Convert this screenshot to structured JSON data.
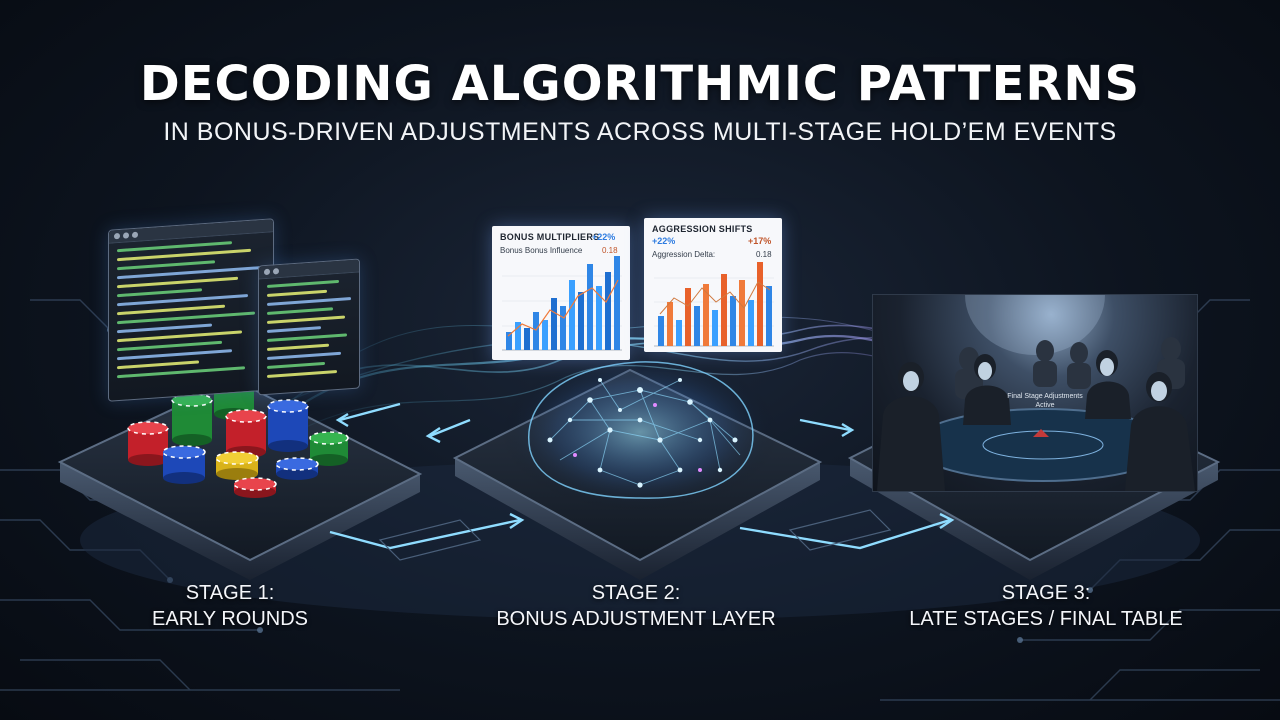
{
  "header": {
    "title": "DECODING ALGORITHMIC PATTERNS",
    "subtitle": "IN BONUS-DRIVEN ADJUSTMENTS ACROSS MULTI-STAGE HOLD’EM EVENTS"
  },
  "stages": [
    {
      "line1": "STAGE 1:",
      "line2": "EARLY ROUNDS"
    },
    {
      "line1": "STAGE 2:",
      "line2": "BONUS ADJUSTMENT LAYER"
    },
    {
      "line1": "STAGE 3:",
      "line2": "LATE STAGES / FINAL TABLE"
    }
  ],
  "panels": {
    "bonus": {
      "title": "BONUS MULTIPLIERS",
      "subtitle": "Bonus Bonus Influence",
      "pct": "+22%",
      "pct2": "0.18"
    },
    "aggression": {
      "title": "AGGRESSION SHIFTS",
      "subtitle": "Aggression Delta:",
      "pct": "+22%",
      "pct2": "+17%",
      "pct3": "0.18"
    }
  },
  "photo": {
    "caption": "Final Stage Adjustments Active"
  },
  "colors": {
    "accent_blue": "#3aa0ff",
    "accent_orange": "#f07a3a",
    "glow": "#6fd0ff",
    "accent_pink": "#d070ff"
  }
}
